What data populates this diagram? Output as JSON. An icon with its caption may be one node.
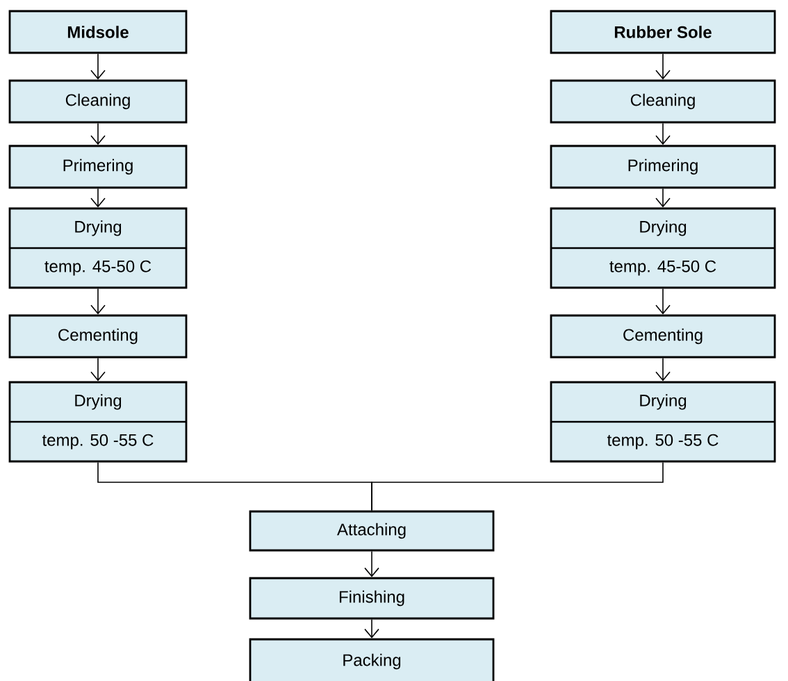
{
  "diagram": {
    "nodes": [
      {
        "text": [
          "Midsole"
        ]
      },
      {
        "text": [
          "Cleaning"
        ]
      },
      {
        "text": [
          "Primering"
        ]
      },
      {
        "text": [
          "Drying",
          "temp. 45-50 C"
        ]
      },
      {
        "text": [
          "Cementing"
        ]
      },
      {
        "text": [
          "Drying",
          "temp. 50 -55 C"
        ]
      },
      {
        "text": [
          "Rubber Sole"
        ]
      },
      {
        "text": [
          "Cleaning"
        ]
      },
      {
        "text": [
          "Primering"
        ]
      },
      {
        "text": [
          "Drying",
          "temp. 45-50 C"
        ]
      },
      {
        "text": [
          "Cementing"
        ]
      },
      {
        "text": [
          "Drying",
          "temp. 50 -55 C"
        ]
      },
      {
        "text": [
          "Attaching"
        ]
      },
      {
        "text": [
          "Finishing"
        ]
      },
      {
        "text": [
          "Packing"
        ]
      }
    ],
    "edges": [
      {
        "from": 0,
        "to": 1,
        "arrow": "to"
      },
      {
        "from": 1,
        "to": 2,
        "arrow": "to"
      },
      {
        "from": 2,
        "to": 3,
        "arrow": "to"
      },
      {
        "from": 3,
        "to": 4,
        "arrow": "to"
      },
      {
        "from": 4,
        "to": 5,
        "arrow": "to"
      },
      {
        "from": 6,
        "to": 7,
        "arrow": "to"
      },
      {
        "from": 7,
        "to": 8,
        "arrow": "to"
      },
      {
        "from": 8,
        "to": 9,
        "arrow": "to"
      },
      {
        "from": 9,
        "to": 10,
        "arrow": "to"
      },
      {
        "from": 10,
        "to": 11,
        "arrow": "to"
      },
      {
        "from": 5,
        "to": 12,
        "arrow": "none"
      },
      {
        "from": 11,
        "to": 12,
        "arrow": "none"
      },
      {
        "from": 12,
        "to": 13,
        "arrow": "to"
      },
      {
        "from": 13,
        "to": 14,
        "arrow": "to"
      }
    ]
  }
}
